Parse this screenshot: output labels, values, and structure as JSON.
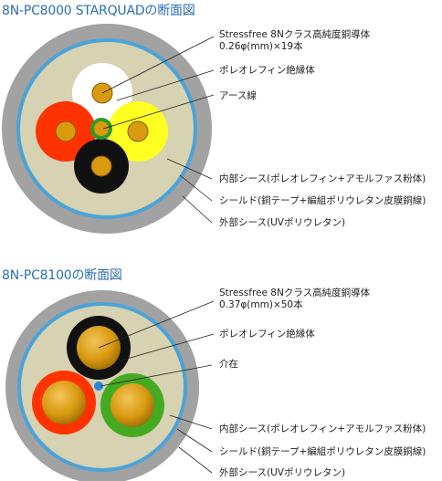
{
  "sections": [
    {
      "title": "8N-PC8000 STARQUADの断面図",
      "labels": {
        "conductor_line1": "Stressfree 8Nクラス高純度銅導体",
        "conductor_line2": "0.26φ(mm)×19本",
        "insulation": "ポレオレフィン絶縁体",
        "earth": "アース線",
        "inner_sheath": "内部シース(ポレオレフィン+アモルファス粉体)",
        "shield": "シールド(銅テープ+編組ポリウレタン皮膜銅線)",
        "outer_sheath": "外部シース(UVポリウレタン)"
      },
      "core_colors": [
        "#ffffff",
        "#ff3300",
        "#ffff22",
        "#111111"
      ]
    },
    {
      "title": "8N-PC8100の断面図",
      "labels": {
        "conductor_line1": "Stressfree 8Nクラス高純度銅導体",
        "conductor_line2": "0.37φ(mm)×50本",
        "insulation": "ポレオレフィン絶縁体",
        "filler": "介在",
        "inner_sheath": "内部シース(ポレオレフィン+アモルファス粉体)",
        "shield": "シールド(銅テープ+編組ポリウレタン皮膜銅線)",
        "outer_sheath": "外部シース(UVポリウレタン)"
      },
      "core_colors": [
        "#111111",
        "#ff3300",
        "#44aa22"
      ]
    }
  ],
  "colors": {
    "title": "#2a6fb5",
    "outer_sheath": "#a2a2a2",
    "shield": "#4ba3d8",
    "inner_sheath": "#d6d2b2",
    "conductor": "#d99a10",
    "earth_ring": "#2f9a2a",
    "filler": "#2a88d8"
  }
}
